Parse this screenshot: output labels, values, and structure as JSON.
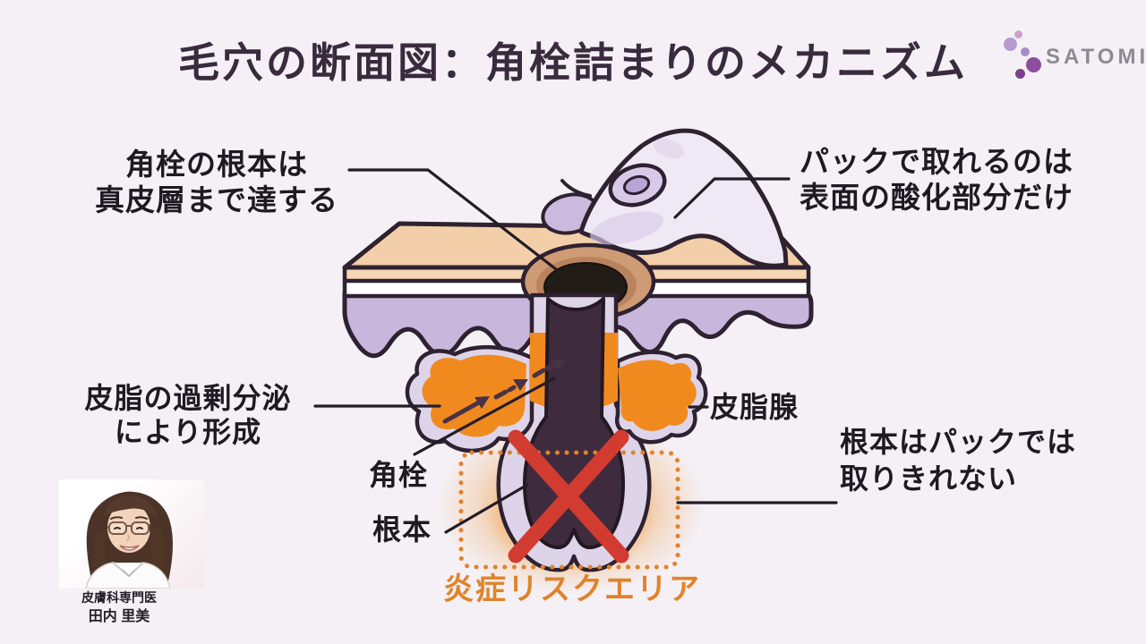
{
  "title": "毛穴の断面図：角栓詰まりのメカニズム",
  "brand": {
    "name": "SATOMI"
  },
  "annotations": {
    "plug_root": {
      "line1": "角栓の根本は",
      "line2": "真皮層まで達する"
    },
    "pack_removes": {
      "line1": "パックで取れるのは",
      "line2": "表面の酸化部分だけ"
    },
    "sebum_formed": {
      "line1": "皮脂の過剰分泌",
      "line2": "により形成"
    },
    "sebaceous_gland": "皮脂腺",
    "keratin_plug": "角栓",
    "root": "根本",
    "root_not_removable": {
      "line1": "根本はパックでは",
      "line2": "取りきれない"
    },
    "inflammation_risk_area": "炎症リスクエリア"
  },
  "doctor": {
    "credential": "皮膚科専門医",
    "name": "田内 里美"
  },
  "icons": {
    "logo": "logo-dots-icon"
  },
  "colors": {
    "background": "#f4f0f5",
    "title_text": "#392a3e",
    "label_text": "#1f1923",
    "risk_orange": "#e0832a",
    "sebum_orange": "#f18a1e",
    "cross_red": "#d23b30",
    "skin_surface": "#f3cfa9",
    "pore_ring": "#cf9b75",
    "dermis_purple": "#c9b6dc",
    "follicle_wall": "#ddd4ea",
    "plug_dark": "#3f2b3e",
    "outline_dark": "#2e2130",
    "logo_purple_dark": "#8f4d9e",
    "logo_purple_light": "#b49ad0",
    "logo_text_gray": "#8c8b93"
  }
}
